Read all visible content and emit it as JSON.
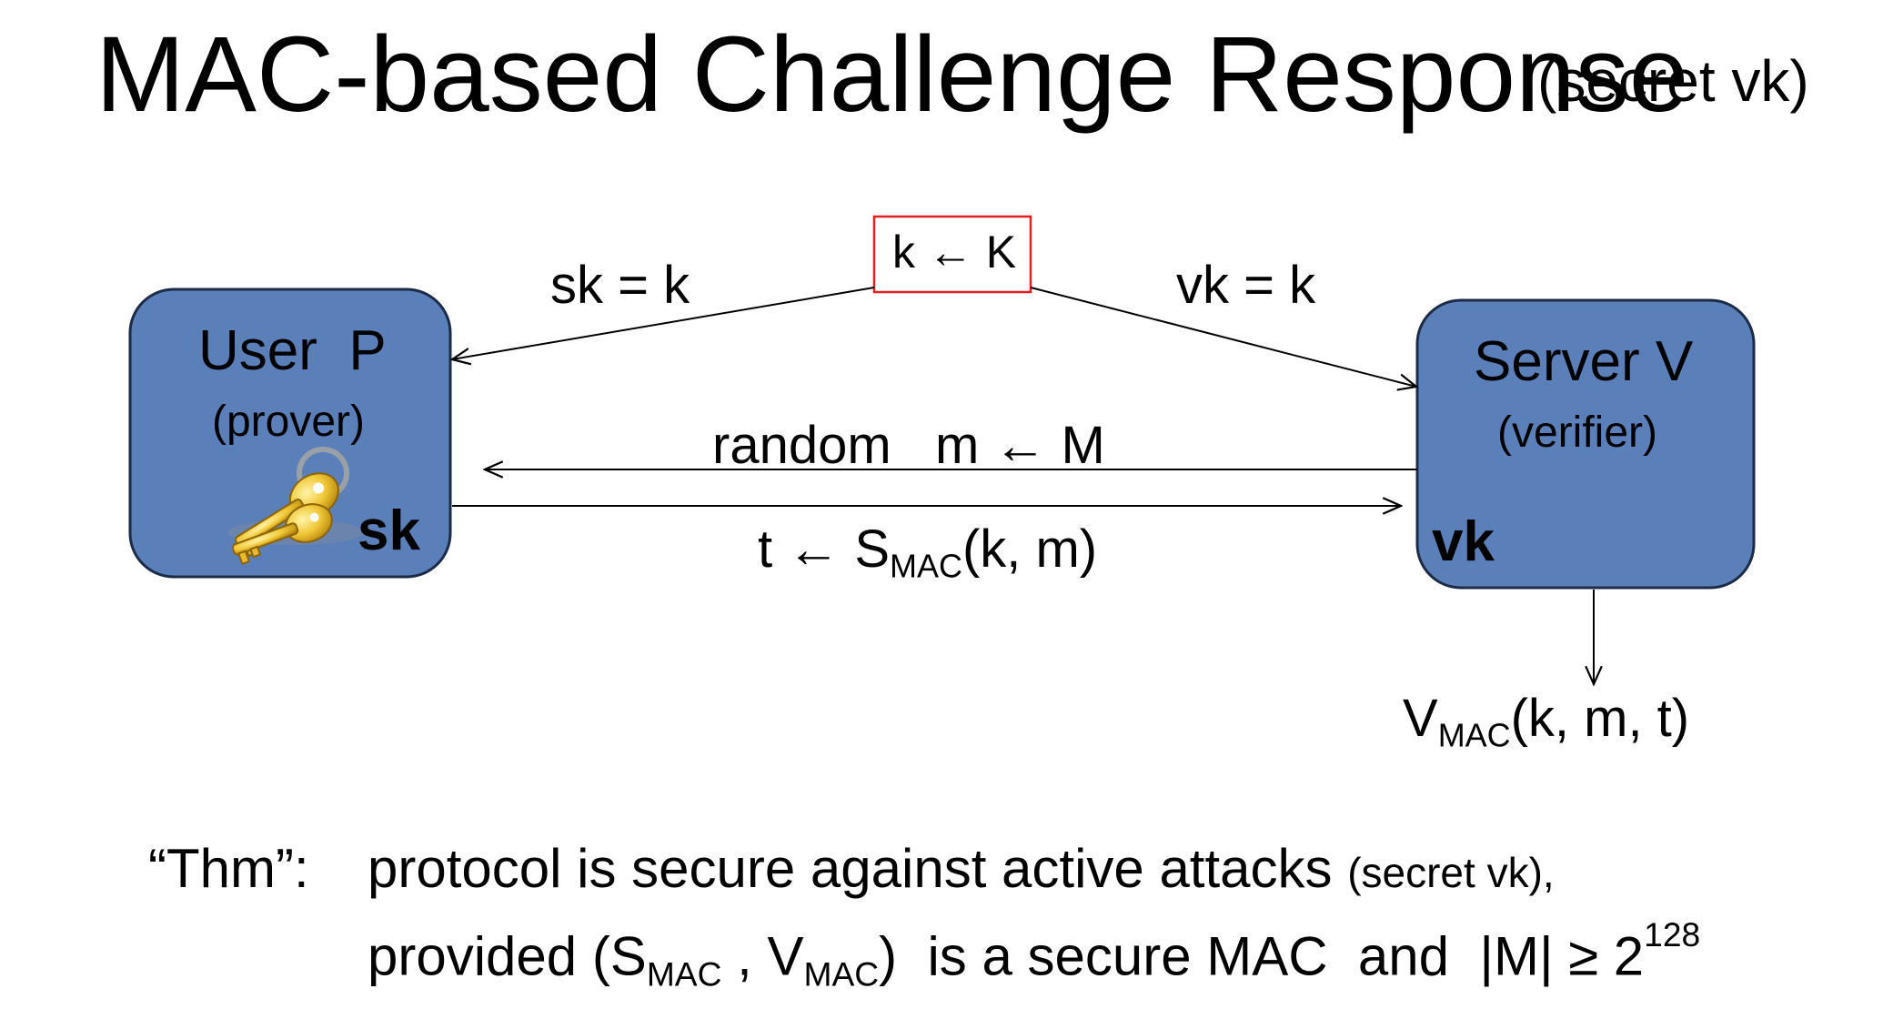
{
  "title": "MAC-based Challenge Response",
  "title_note": "(secret vk)",
  "keygen": "k ← K",
  "user": {
    "name": "User  P",
    "role": "(prover)",
    "key_label": "sk"
  },
  "server": {
    "name": "Server V",
    "role": "(verifier)",
    "key_label": "vk"
  },
  "arrows": {
    "sk_assign": "sk = k",
    "vk_assign": "vk = k",
    "challenge": "random   m ← M",
    "response_prefix": "t ← S",
    "response_sub": "MAC",
    "response_suffix": "(k, m)",
    "verify_prefix": "V",
    "verify_sub": "MAC",
    "verify_suffix": "(k, m, t)"
  },
  "theorem": {
    "label": "“Thm”:",
    "line1": "protocol is secure against active attacks",
    "line1_note": "(secret vk),",
    "line2_a": "provided (S",
    "line2_sub1": "MAC",
    "line2_b": " , V",
    "line2_sub2": "MAC",
    "line2_c": ")  is a secure MAC  and  |M| ≥ 2",
    "line2_sup": "128"
  },
  "colors": {
    "box_fill": "#5b7fb9",
    "keygen_border": "#e02020"
  },
  "icons": {
    "user_keys": "keys-icon"
  }
}
